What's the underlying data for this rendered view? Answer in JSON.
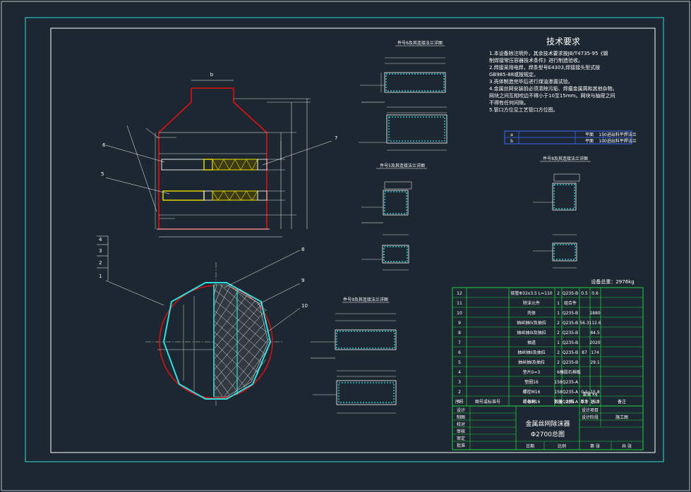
{
  "tech_requirements": {
    "heading": "技术要求",
    "lines": [
      "1.本设备除注明外，其余技术要求按JB/T4735-95《钢",
      "制焊接常压容器技术条件》进行制造验收。",
      "2.焊接采用电焊，焊条型号E4303,焊接接头型式按",
      "GB985-88或按规定。",
      "3.壳体制造完毕后进行煤油渗漏试验。",
      "4.金属丝网安装前必须清除污垢、焊瘤金属屑和其他杂物。",
      "网块之间互相咬边不得小于10至15mm。网块与抽屉之间",
      "不得有任何间隙。",
      "5.管口方位见工艺管口方位图。"
    ]
  },
  "nozzle_table": {
    "rows": [
      {
        "code": "a",
        "name": "平面",
        "spec": "150进出料平焊法兰"
      },
      {
        "code": "b",
        "name": "平面",
        "spec": "100进出料平焊法兰"
      }
    ]
  },
  "total_mass": "设备总重：2976kg",
  "part_labels": [
    "1",
    "2",
    "3",
    "4",
    "5",
    "6",
    "7",
    "8",
    "9",
    "10"
  ],
  "dim_labels": {
    "top_b": "b"
  },
  "bom": {
    "rows": [
      {
        "no": "12",
        "name": "接管Φ32x3.5 L=110",
        "qty": "2",
        "mat": "Q235-B",
        "mass": "0.5",
        "total": "0.6"
      },
      {
        "no": "11",
        "name": "除沫元件",
        "qty": "1",
        "mat": "组合件",
        "mass": "",
        "total": ""
      },
      {
        "no": "10",
        "name": "壳体",
        "qty": "1",
        "mat": "Q235-B",
        "mass": "",
        "total": "1880"
      },
      {
        "no": "9",
        "name": "抽丝抽IV及抽拉",
        "qty": "2",
        "mat": "Q235-B",
        "mass": "56.3",
        "total": "112.6"
      },
      {
        "no": "8",
        "name": "抽丝抽III及抽拉",
        "qty": "2",
        "mat": "Q235-B",
        "mass": "",
        "total": "84.5"
      },
      {
        "no": "7",
        "name": "抽道",
        "qty": "1",
        "mat": "Q235-B",
        "mass": "",
        "total": "2020"
      },
      {
        "no": "6",
        "name": "抽丝抽II及抽拉",
        "qty": "2",
        "mat": "Q235-B",
        "mass": "87",
        "total": "174"
      },
      {
        "no": "5",
        "name": "抽丝抽I及抽拉",
        "qty": "2",
        "mat": "Q235-B",
        "mass": "",
        "total": "29.1"
      },
      {
        "no": "4",
        "name": "垫片δ=3",
        "qty": "6",
        "mat": "橡胶石棉板",
        "mass": "",
        "total": ""
      },
      {
        "no": "3",
        "name": "垫圈16",
        "qty": "158",
        "mat": "Q235-A",
        "mass": "",
        "total": ""
      },
      {
        "no": "2",
        "name": "螺栓M16",
        "qty": "158",
        "mat": "Q235-A",
        "mass": "0.1",
        "total": "15.8"
      },
      {
        "no": "1",
        "name": "螺母M16",
        "qty": "158",
        "mat": "Q235-A",
        "mass": "0.1",
        "total": "15.8"
      }
    ],
    "header": [
      "序号",
      "图号或标准号",
      "名称",
      "数量",
      "材料",
      "单件",
      "总计",
      "备注"
    ],
    "header_mass": "重量 kg"
  },
  "title_block": {
    "drawing_name_1": "金属丝网除沫器",
    "drawing_name_2": "Φ2700总图",
    "design_stage": "施工图",
    "left_labels": [
      "设计",
      "制图",
      "校对",
      "审核",
      "审定",
      "批准"
    ],
    "right_labels": [
      "设计项目",
      "设计阶段"
    ],
    "bottom_labels": [
      "日期",
      "比例",
      "第 张",
      "共 张"
    ]
  },
  "detail_titles": [
    "件号6及其连接法兰详图",
    "件号5及其连接法兰详图",
    "件号8及其连接法兰详图",
    "件号9及其连接法兰详图"
  ],
  "colors": {
    "background": "#1d2731",
    "outline": "#ffffff",
    "shell": "#e01010",
    "plate": "#30e0e0",
    "mesh": "#e0e0e0",
    "table_frame": "#20d040",
    "yellow": "#f0e000",
    "blue": "#3c64ff"
  }
}
